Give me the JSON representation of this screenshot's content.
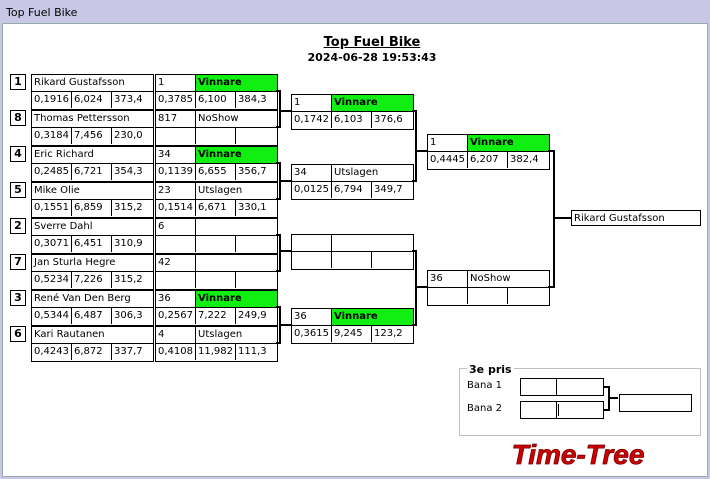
{
  "window": {
    "title": "Top Fuel Bike"
  },
  "header": {
    "title": "Top Fuel Bike",
    "datetime": "2024-06-28 19:53:43"
  },
  "round1": [
    {
      "seed": "1",
      "name": "Rikard Gustafsson",
      "rt": "0,1916",
      "et": "6,024",
      "speed": "373,4"
    },
    {
      "seed": "8",
      "name": "Thomas Pettersson",
      "rt": "0,3184",
      "et": "7,456",
      "speed": "230,0"
    },
    {
      "seed": "4",
      "name": "Eric Richard",
      "rt": "0,2485",
      "et": "6,721",
      "speed": "354,3"
    },
    {
      "seed": "5",
      "name": "Mike Olie",
      "rt": "0,1551",
      "et": "6,859",
      "speed": "315,2"
    },
    {
      "seed": "2",
      "name": "Sverre Dahl",
      "rt": "0,3071",
      "et": "6,451",
      "speed": "310,9"
    },
    {
      "seed": "7",
      "name": "Jan Sturla Hegre",
      "rt": "0,5234",
      "et": "7,226",
      "speed": "315,2"
    },
    {
      "seed": "3",
      "name": "René Van Den Berg",
      "rt": "0,5344",
      "et": "6,487",
      "speed": "306,3"
    },
    {
      "seed": "6",
      "name": "Kari Rautanen",
      "rt": "0,4243",
      "et": "6,872",
      "speed": "337,7"
    }
  ],
  "round1_results": [
    {
      "num": "1",
      "status": "Vinnare",
      "rt": "0,3785",
      "et": "6,100",
      "speed": "384,3"
    },
    {
      "num": "817",
      "status": "NoShow",
      "rt": "",
      "et": "",
      "speed": ""
    },
    {
      "num": "34",
      "status": "Vinnare",
      "rt": "0,1139",
      "et": "6,655",
      "speed": "356,7"
    },
    {
      "num": "23",
      "status": "Utslagen",
      "rt": "0,1514",
      "et": "6,671",
      "speed": "330,1"
    },
    {
      "num": "6",
      "status": "",
      "rt": "",
      "et": "",
      "speed": ""
    },
    {
      "num": "42",
      "status": "",
      "rt": "",
      "et": "",
      "speed": ""
    },
    {
      "num": "36",
      "status": "Vinnare",
      "rt": "0,2567",
      "et": "7,222",
      "speed": "249,9"
    },
    {
      "num": "4",
      "status": "Utslagen",
      "rt": "0,4108",
      "et": "11,982",
      "speed": "111,3"
    }
  ],
  "semis": [
    {
      "num": "1",
      "status": "Vinnare",
      "rt": "0,1742",
      "et": "6,103",
      "speed": "376,6"
    },
    {
      "num": "34",
      "status": "Utslagen",
      "rt": "0,0125",
      "et": "6,794",
      "speed": "349,7"
    },
    {
      "num": "",
      "status": "",
      "rt": "",
      "et": "",
      "speed": ""
    },
    {
      "num": "36",
      "status": "Vinnare",
      "rt": "0,3615",
      "et": "9,245",
      "speed": "123,2"
    }
  ],
  "final": [
    {
      "num": "1",
      "status": "Vinnare",
      "rt": "0,4445",
      "et": "6,207",
      "speed": "382,4"
    },
    {
      "num": "36",
      "status": "NoShow",
      "rt": "",
      "et": "",
      "speed": ""
    }
  ],
  "champion": "Rikard Gustafsson",
  "third_place": {
    "legend": "3e pris",
    "lane1": "Bana 1",
    "lane2": "Bana 2"
  },
  "logo": {
    "text": "Time-Tree",
    "color": "#cc0000"
  },
  "colors": {
    "winner": "#11ee11"
  }
}
